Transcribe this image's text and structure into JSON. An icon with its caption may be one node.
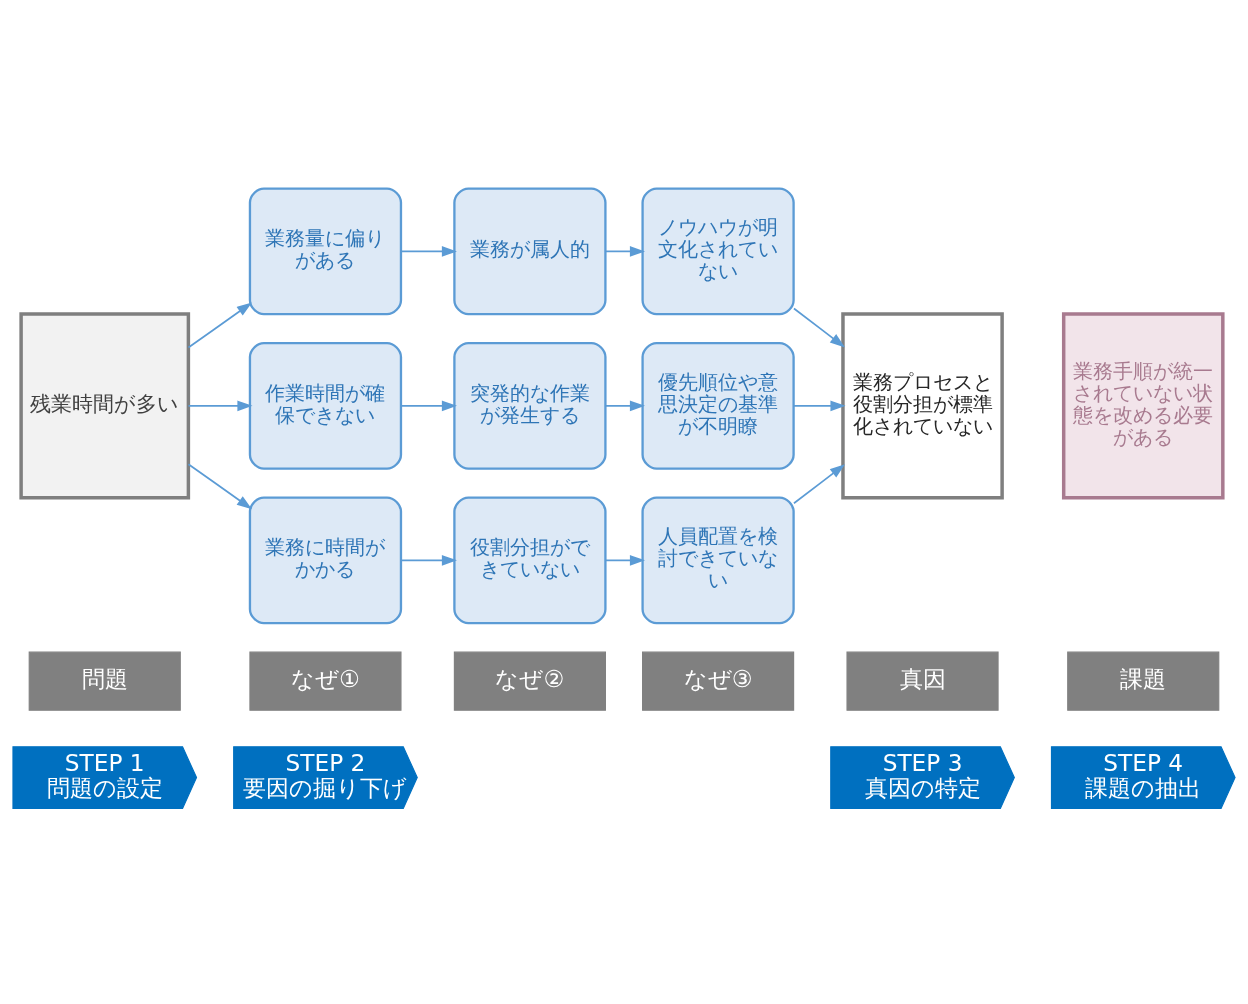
{
  "diagram": {
    "nodes": [
      {
        "text": [
          "STEP 1",
          "問題の設定"
        ]
      },
      {
        "text": [
          "STEP 2",
          "要因の掘り下げ"
        ]
      },
      {
        "text": [
          "STEP 3",
          "真因の特定"
        ]
      },
      {
        "text": [
          "STEP 4",
          "課題の抽出"
        ]
      },
      {
        "text": [
          "問題"
        ]
      },
      {
        "text": [
          "なぜ①"
        ]
      },
      {
        "text": [
          "なぜ②"
        ]
      },
      {
        "text": [
          "なぜ③"
        ]
      },
      {
        "text": [
          "真因"
        ]
      },
      {
        "text": [
          "課題"
        ]
      },
      {
        "text": [
          "残業時間が多い"
        ]
      },
      {
        "text": [
          "業務量に偏りがある"
        ]
      },
      {
        "text": [
          "業務が属人的"
        ]
      },
      {
        "text": [
          "ノウハウが明文化されていない"
        ]
      },
      {
        "text": [
          "作業時間が確保できない"
        ]
      },
      {
        "text": [
          "突発的な作業が発生する"
        ]
      },
      {
        "text": [
          "優先順位や意思決定の基準が不明瞭"
        ]
      },
      {
        "text": [
          "業務に時間がかかる"
        ]
      },
      {
        "text": [
          "役割分担ができていない"
        ]
      },
      {
        "text": [
          "人員配置を検討できていない"
        ]
      },
      {
        "text": [
          "業務プロセスと役割分担が標準化されていない"
        ]
      },
      {
        "text": [
          "業務手順が統一されていない状態を改める必要がある"
        ]
      }
    ],
    "edges": [
      {
        "from": 10,
        "to": 11,
        "arrow": "to"
      },
      {
        "from": 10,
        "to": 14,
        "arrow": "to"
      },
      {
        "from": 10,
        "to": 17,
        "arrow": "to"
      },
      {
        "from": 11,
        "to": 12,
        "arrow": "to"
      },
      {
        "from": 12,
        "to": 13,
        "arrow": "to"
      },
      {
        "from": 14,
        "to": 15,
        "arrow": "to"
      },
      {
        "from": 15,
        "to": 16,
        "arrow": "to"
      },
      {
        "from": 17,
        "to": 18,
        "arrow": "to"
      },
      {
        "from": 18,
        "to": 19,
        "arrow": "to"
      },
      {
        "from": 13,
        "to": 20,
        "arrow": "to"
      },
      {
        "from": 16,
        "to": 20,
        "arrow": "to"
      },
      {
        "from": 19,
        "to": 20,
        "arrow": "to"
      }
    ]
  }
}
